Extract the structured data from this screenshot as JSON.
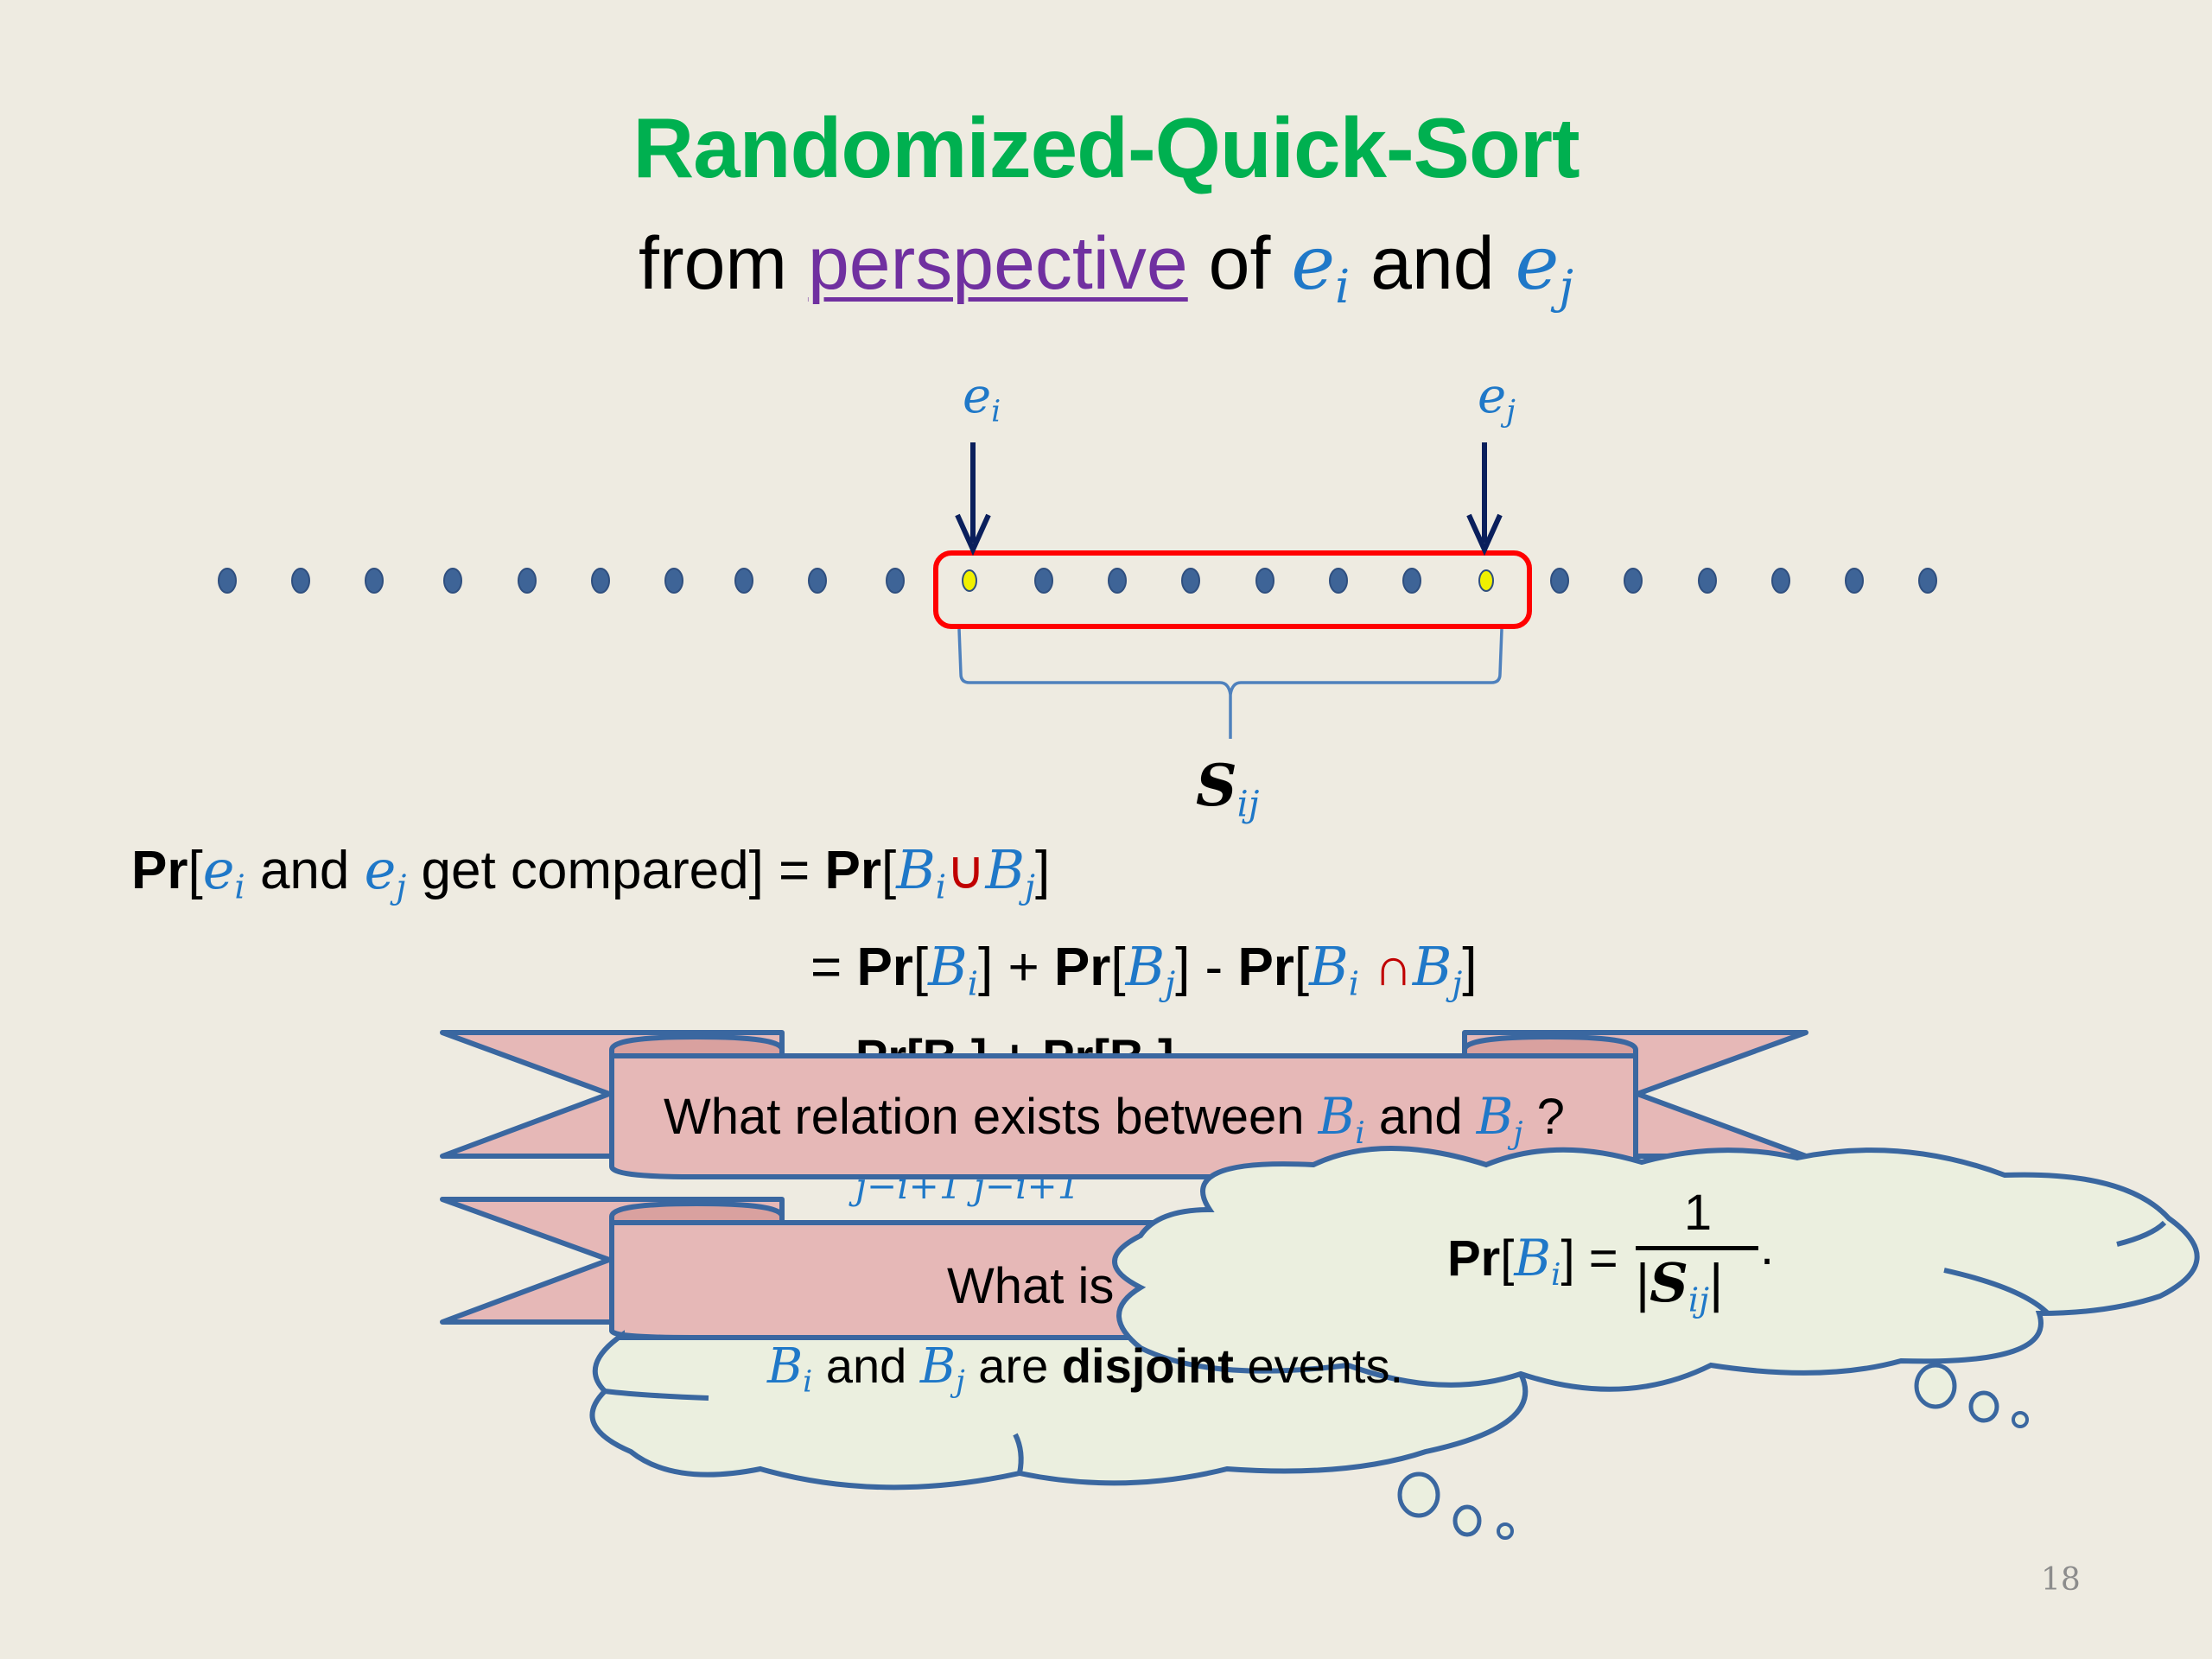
{
  "slide": {
    "title": "Randomized-Quick-Sort",
    "subtitle": {
      "prefix": "from ",
      "link_text": "perspective",
      "mid": " of ",
      "ei_base": "e",
      "ei_sub": "i",
      "and": " and ",
      "ej_base": "e",
      "ej_sub": "j"
    },
    "page_number": "18"
  },
  "diagram": {
    "label_ei": {
      "base": "e",
      "sub": "i"
    },
    "label_ej": {
      "base": "e",
      "sub": "j"
    },
    "label_sij": {
      "base": "S",
      "sub": "ij"
    },
    "dot_count": 24,
    "highlight_indices": [
      10,
      17
    ],
    "colors": {
      "dot": "#3e6497",
      "highlight": "#f0f000",
      "box": "#ff0000",
      "brace": "#4f81bd",
      "arrow": "#0a1f5c"
    }
  },
  "equations": {
    "line1": {
      "pr": "Pr",
      "open": "[",
      "ei": "e",
      "ei_sub": "i",
      "and": " and ",
      "ej": "e",
      "ej_sub": "j",
      "rest": " get compared] = ",
      "pr2": "Pr",
      "open2": "[",
      "bi": "B",
      "bi_sub": "i",
      "union": "∪",
      "bj": "B",
      "bj_sub": "j",
      "close": "]"
    },
    "line2": {
      "eq": "= ",
      "pr1": "Pr",
      "t1a": "[",
      "b1": "B",
      "b1s": "i",
      "t1b": "] + ",
      "pr2": "Pr",
      "t2a": "[",
      "b2": "B",
      "b2s": "j",
      "t2b": "] - ",
      "pr3": "Pr",
      "t3a": "[",
      "b3": "B",
      "b3s": "i",
      "inter": " ∩",
      "b4": "B",
      "b4s": "j",
      "t3b": "]"
    },
    "line3_partial": "Pr[B ] + Pr[B ]",
    "line4_partial": "j−i+1     j−i+1"
  },
  "ribbons": [
    {
      "text_prefix": "What relation exists between ",
      "b1": "B",
      "b1s": "i",
      "and": " and ",
      "b2": "B",
      "b2s": "j",
      "suffix": " ?"
    },
    {
      "text_visible": "What is "
    }
  ],
  "clouds": [
    {
      "b": "B",
      "bs": "i",
      "and": " and ",
      "b2": "B",
      "b2s": "j",
      "are": " are ",
      "bold": "disjoint",
      "rest": " events."
    },
    {
      "pr": "Pr",
      "open": "[",
      "b": "B",
      "bs": "i",
      "close": "] = ",
      "numerator": "1",
      "den_open": "|",
      "den": "S",
      "den_sub": "ij",
      "den_close": "|",
      "period": "."
    }
  ],
  "colors": {
    "background": "#eeebe1",
    "title": "#00b050",
    "math": "#1f78c8",
    "link": "#7030a0",
    "ribbon_fill": "#e6b8b7",
    "cloud_fill": "#ebefdf",
    "outline": "#3a67a0"
  }
}
